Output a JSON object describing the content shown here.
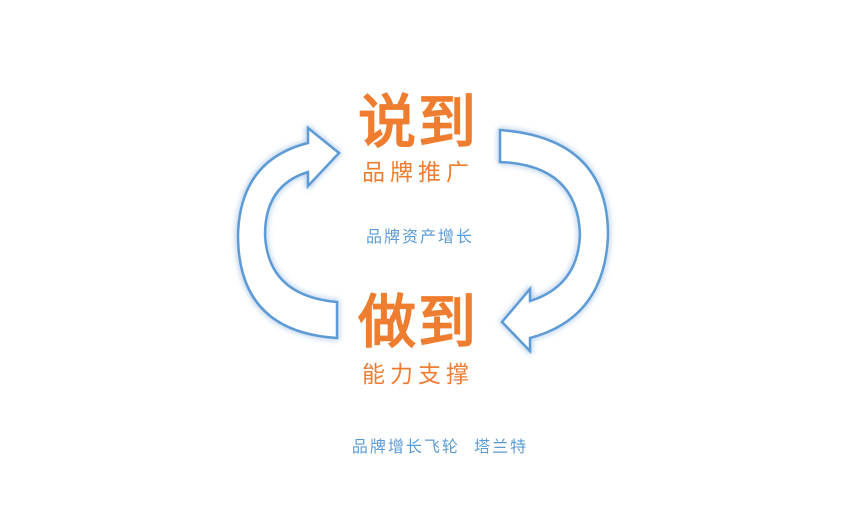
{
  "top": {
    "title": "说到",
    "subtitle": "品牌推广"
  },
  "center": {
    "label": "品牌资产增长"
  },
  "bottom": {
    "title": "做到",
    "subtitle": "能力支撑"
  },
  "caption": {
    "text": "品牌增长飞轮",
    "brand": "塔兰特"
  },
  "colors": {
    "accent": "#ee7d30",
    "arrow": "#5b9bd5"
  }
}
